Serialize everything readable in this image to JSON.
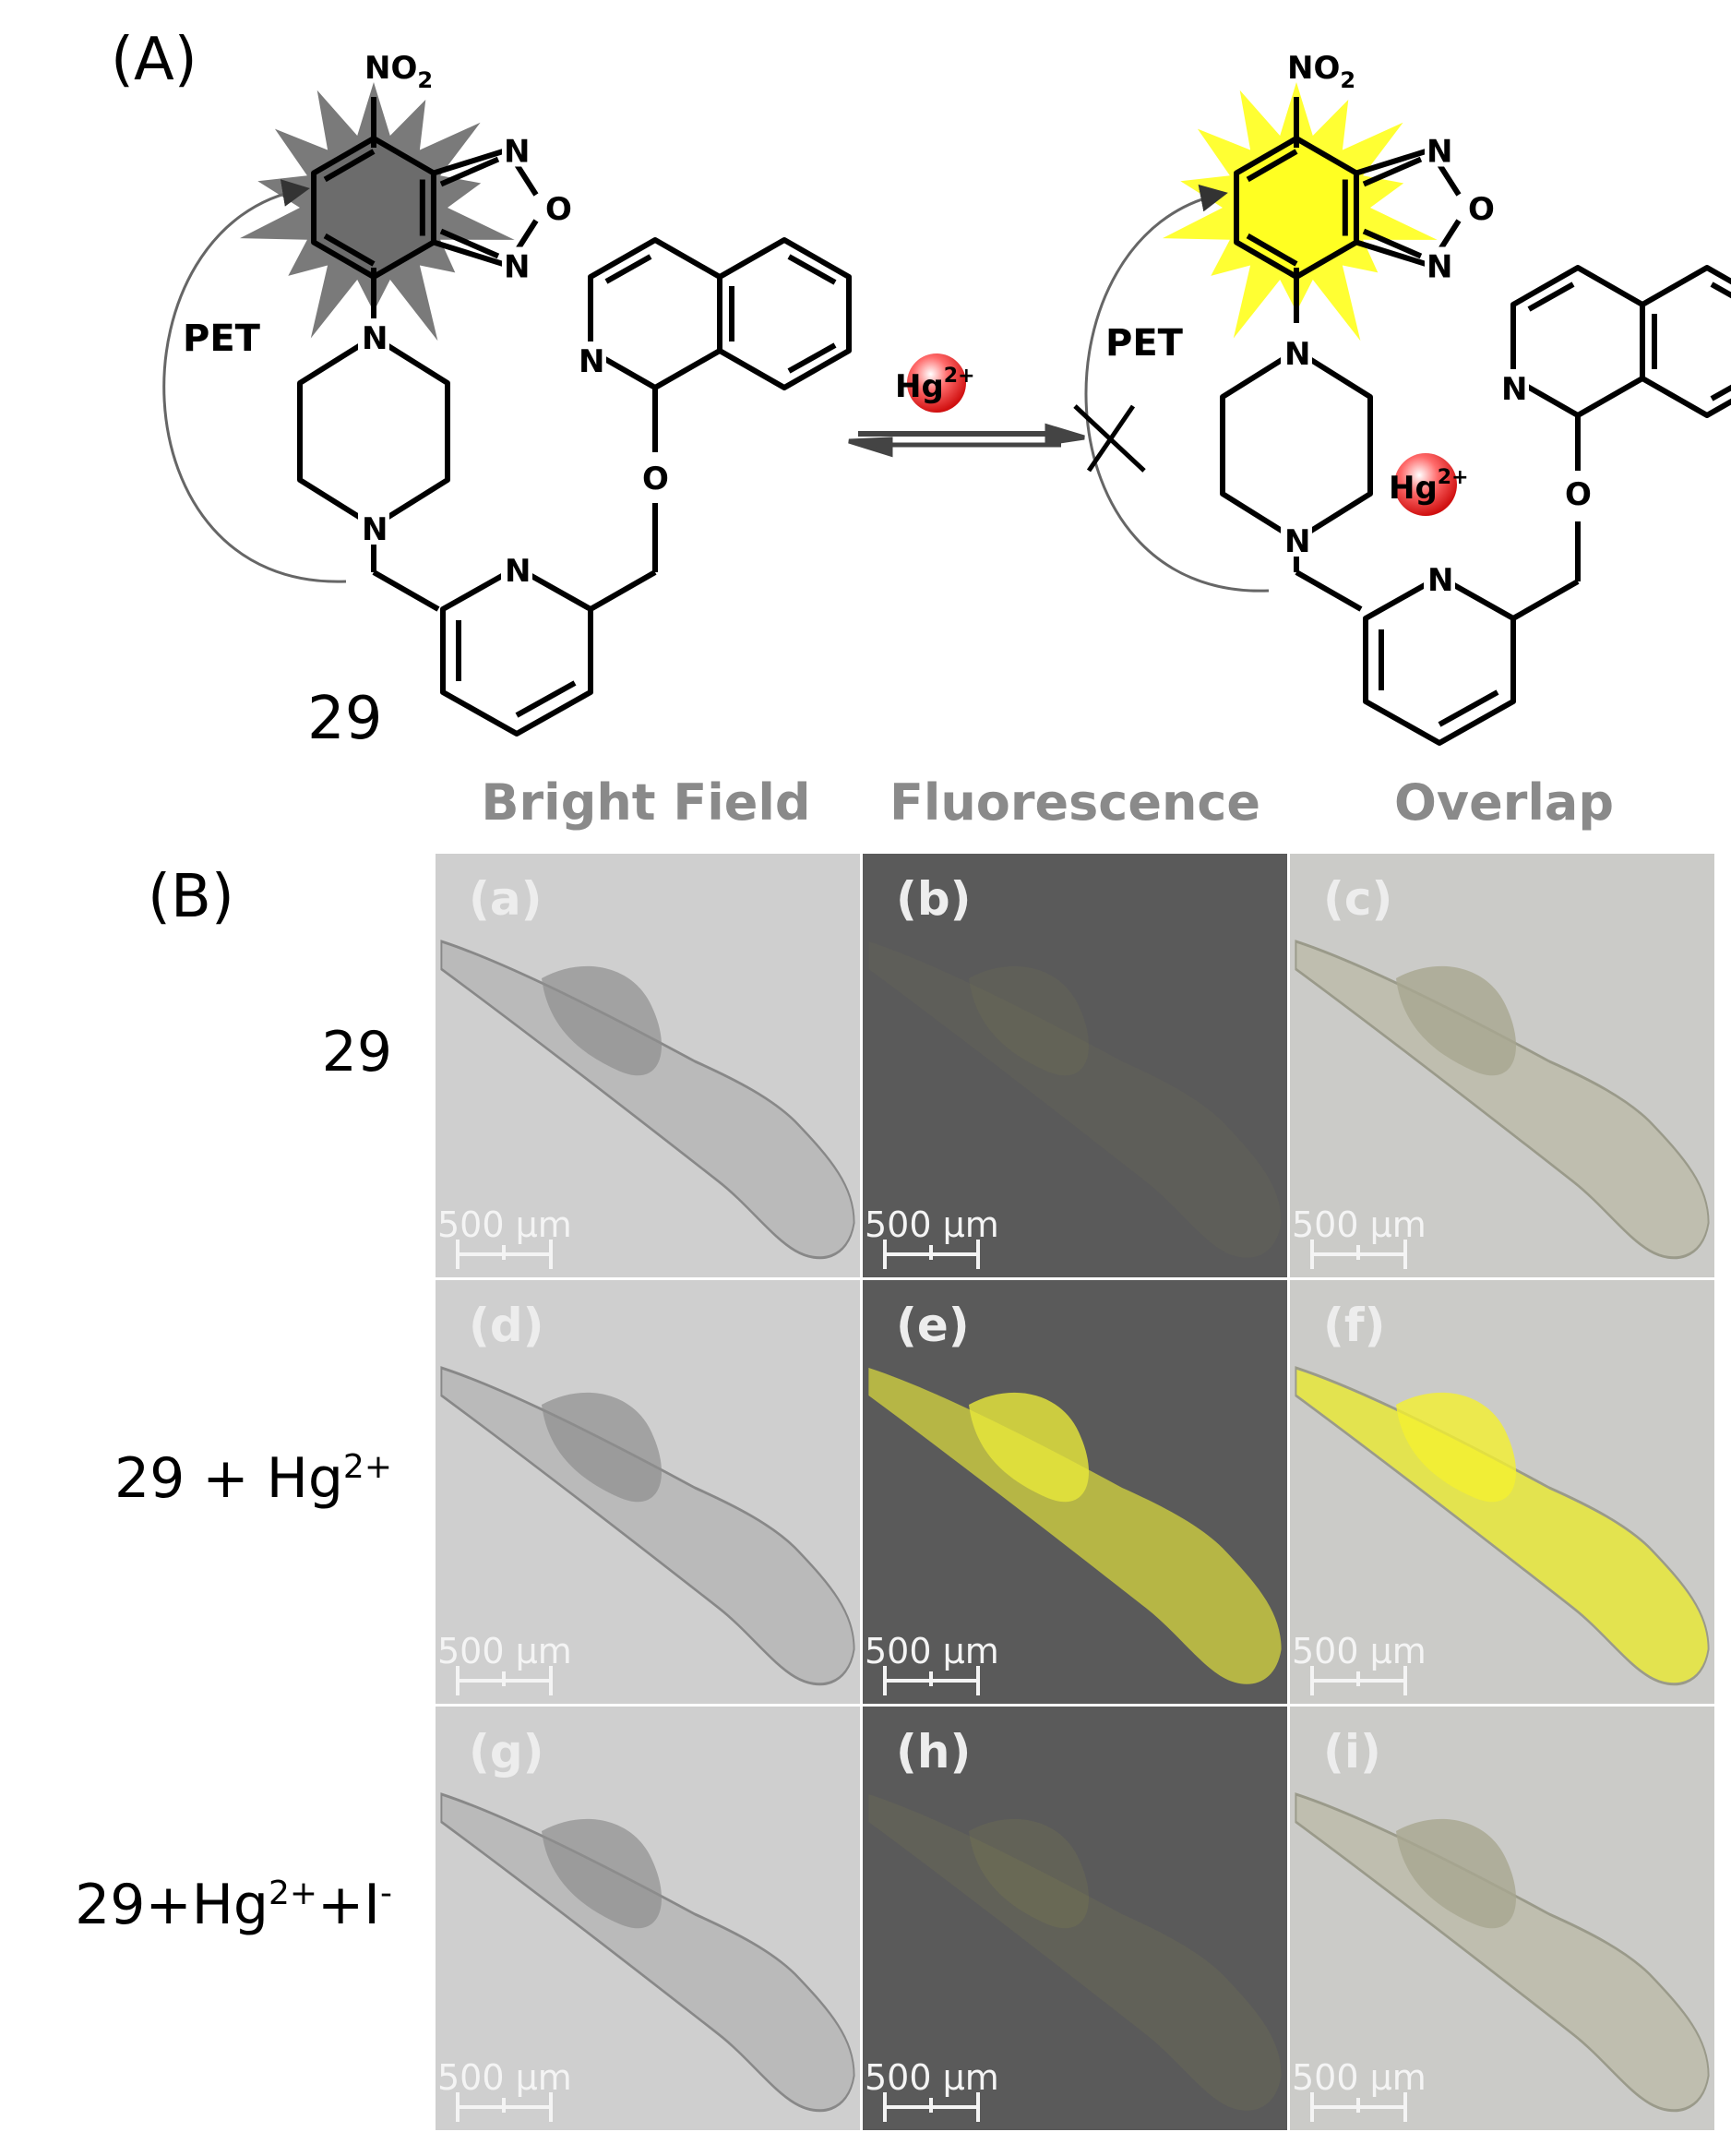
{
  "panel_a": {
    "tag": "(A)",
    "compound_label": "29",
    "pet_left": "PET",
    "pet_right": "PET",
    "nitro": "NO",
    "nitro_sub": "2",
    "ion": "Hg",
    "ion_charge": "2+",
    "N": "N",
    "O": "O"
  },
  "panel_b": {
    "tag": "(B)",
    "columns": [
      "Bright Field",
      "Fluorescence",
      "Overlap"
    ],
    "rows": [
      {
        "label_html": "29",
        "cells": [
          "(a)",
          "(b)",
          "(c)"
        ],
        "fluor_level": 0.05
      },
      {
        "label_html": "29 + Hg<sup>2+</sup>",
        "cells": [
          "(d)",
          "(e)",
          "(f)"
        ],
        "fluor_level": 1.0
      },
      {
        "label_html": "29+Hg<sup>2+</sup>+I<sup>-</sup>",
        "cells": [
          "(g)",
          "(h)",
          "(i)"
        ],
        "fluor_level": 0.08
      }
    ],
    "scale_bar": "500 μm"
  },
  "colors": {
    "dark_glow": "#7a7a7a",
    "yellow_glow": "#ffff33",
    "bright_field_bg": "#cfcfcf",
    "fluor_bg": "#5a5a5a",
    "overlap_bg": "#cbcbc8",
    "fluor_yellow": "#e8e83a",
    "ion_red": "#e02020"
  }
}
